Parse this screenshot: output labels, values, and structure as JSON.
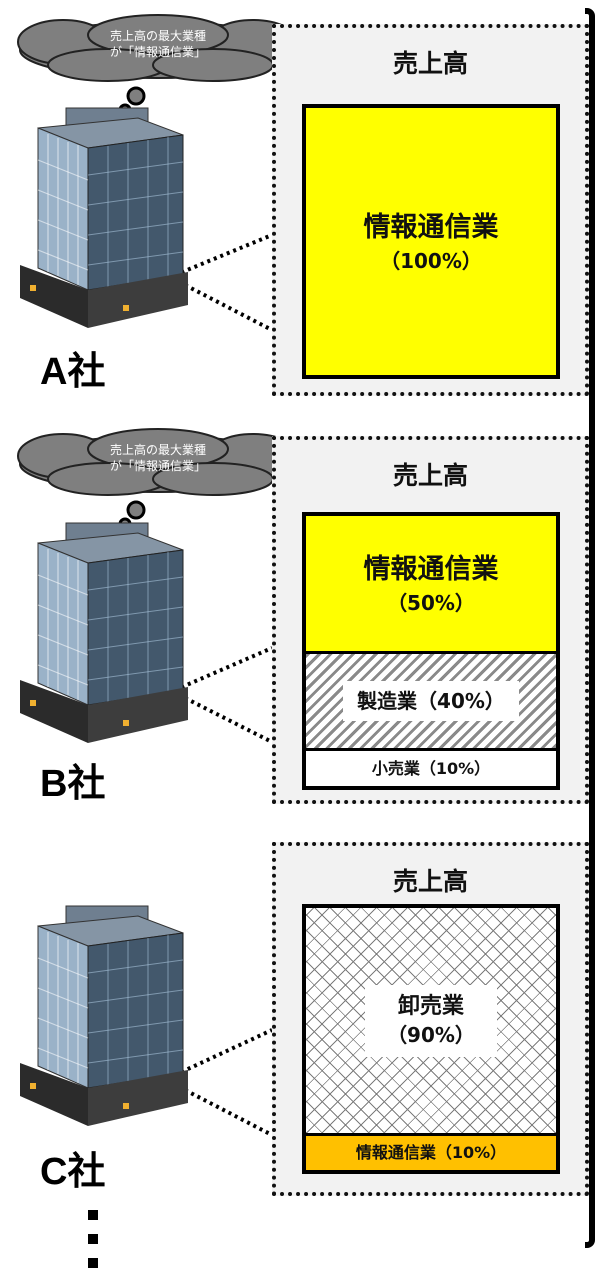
{
  "companies": [
    {
      "name": "A社",
      "thought": "売上高の最大業種\nが「情報通信業」",
      "panel_title": "売上高",
      "segments": [
        {
          "label": "情報通信業",
          "pct": "（100%）",
          "share": 100,
          "style": "yellow"
        }
      ]
    },
    {
      "name": "B社",
      "thought": "売上高の最大業種\nが「情報通信業」",
      "panel_title": "売上高",
      "segments": [
        {
          "label": "情報通信業",
          "pct": "（50%）",
          "share": 50,
          "style": "yellow"
        },
        {
          "label": "製造業（40%）",
          "share": 40,
          "style": "hatch"
        },
        {
          "label": "小売業（10%）",
          "share": 10,
          "style": "white"
        }
      ]
    },
    {
      "name": "C社",
      "panel_title": "売上高",
      "segments": [
        {
          "label": "卸売業",
          "pct": "（90%）",
          "share": 90,
          "style": "crosshatch"
        },
        {
          "label": "情報通信業（10%）",
          "share": 10,
          "style": "orange"
        }
      ]
    }
  ],
  "more_indicator": "⋮",
  "colors": {
    "yellow": "#ffff00",
    "orange": "#ffc000",
    "panel": "#f2f2f2",
    "cloud": "#7f7f7f"
  },
  "icons": [
    "building-icon",
    "thought-cloud-icon"
  ]
}
